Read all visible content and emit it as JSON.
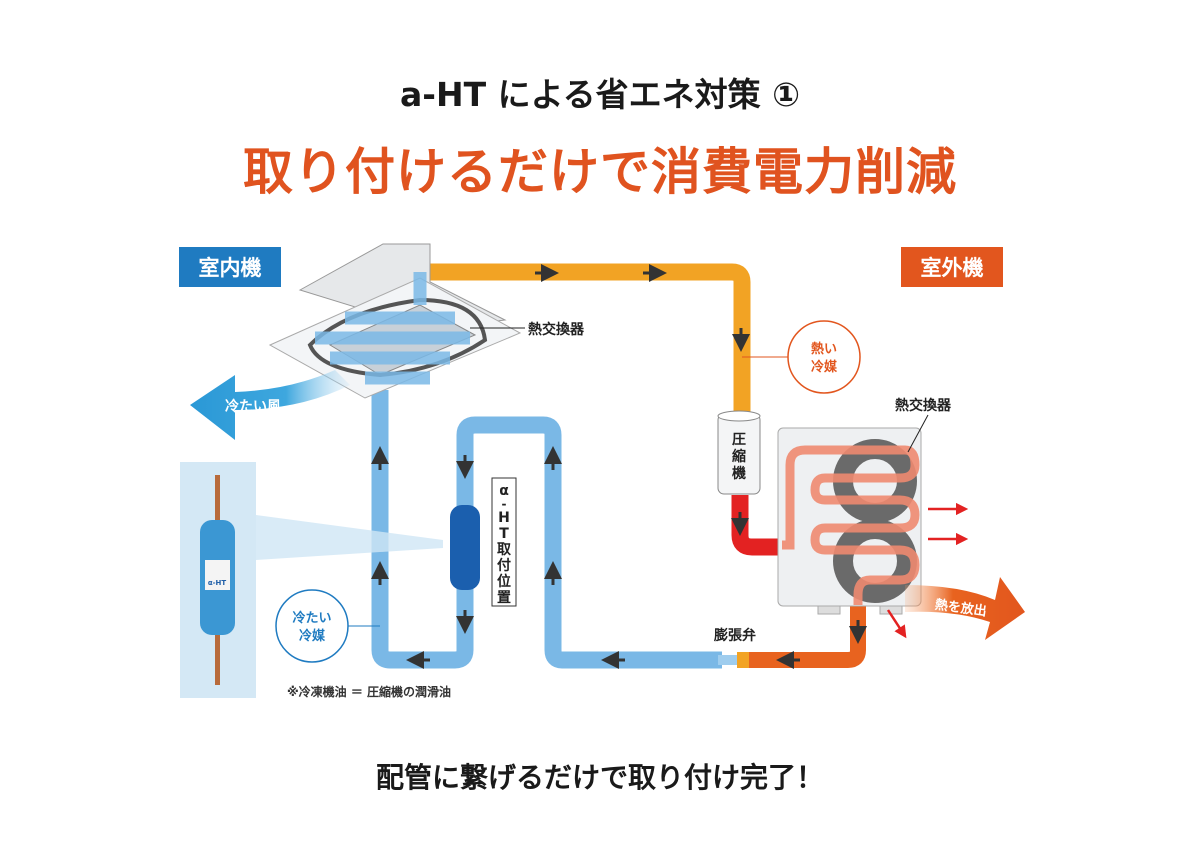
{
  "header": {
    "title": "a-HT による省エネ対策 ①",
    "subtitle": "取り付けるだけで消費電力削減"
  },
  "labels": {
    "indoor_unit": "室内機",
    "outdoor_unit": "室外機",
    "indoor_heat_exchanger": "熱交換器",
    "outdoor_heat_exchanger": "熱交換器",
    "cold_air": "冷たい風",
    "hot_refrigerant": [
      "熱い",
      "冷媒"
    ],
    "cold_refrigerant": [
      "冷たい",
      "冷媒"
    ],
    "compressor": [
      "圧",
      "縮",
      "機"
    ],
    "aht_position": [
      "α",
      "-",
      "H",
      "T",
      "取",
      "付",
      "位",
      "置"
    ],
    "expansion_valve": "膨張弁",
    "heat_release": "熱を放出",
    "note": "※冷凍機油 ＝ 圧縮機の潤滑油",
    "product_label": "α-HT"
  },
  "footer": {
    "text": "配管に繋げるだけで取り付け完了！"
  },
  "colors": {
    "indoor": "#1f7bc1",
    "outdoor": "#e2561e",
    "cold_pipe": "#7ab8e6",
    "hot_pipe": "#f2a324",
    "discharge_pipe": "#e32222",
    "warm_pipe": "#e8631f",
    "title_accent": "#e0531f"
  }
}
